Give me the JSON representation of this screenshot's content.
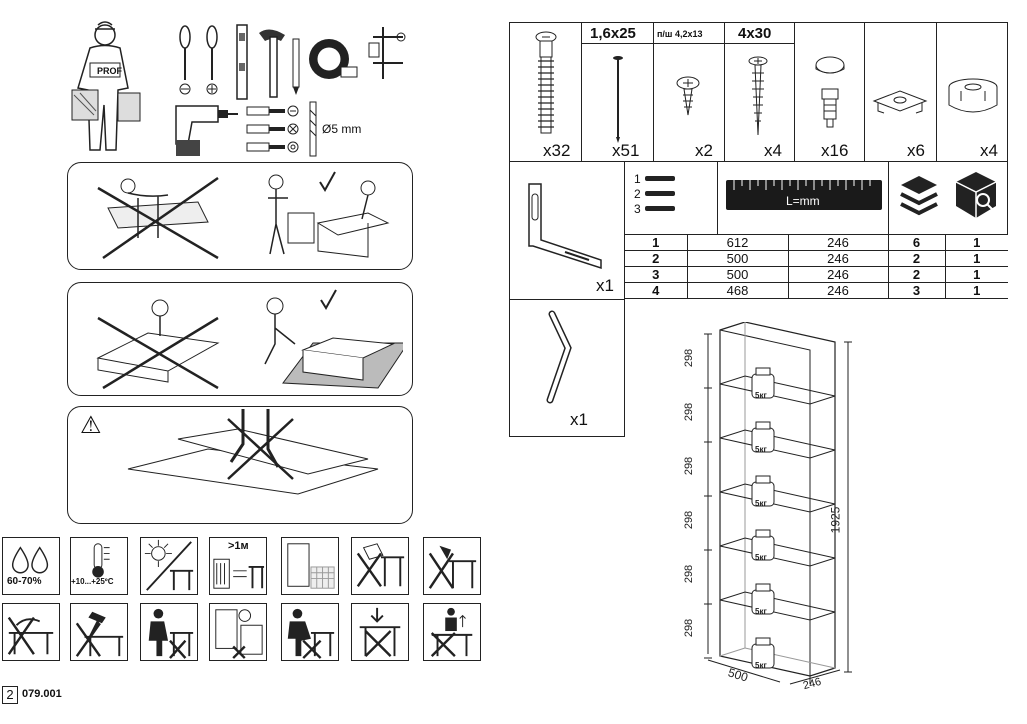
{
  "tools": {
    "drill_size": "Ø5 mm",
    "worker_cap": "PROF"
  },
  "warning_symbol": "⚠",
  "conditions": {
    "humidity": "60-70%",
    "temperature": "+10...+25ºC",
    "distance": ">1м"
  },
  "hardware": {
    "headers": [
      "",
      "1,6x25",
      "п/ш 4,2x13",
      "4x30",
      "",
      "",
      ""
    ],
    "counts": [
      "x32",
      "x51",
      "x2",
      "x4",
      "x16",
      "x6",
      "x4"
    ]
  },
  "bracket_count": "x1",
  "hexkey_count": "x1",
  "steps_legend": [
    "1",
    "2",
    "3"
  ],
  "ruler_label": "L=mm",
  "sizes_table": [
    [
      "1",
      "612",
      "246",
      "6",
      "1"
    ],
    [
      "2",
      "500",
      "246",
      "2",
      "1"
    ],
    [
      "3",
      "500",
      "246",
      "2",
      "1"
    ],
    [
      "4",
      "468",
      "246",
      "3",
      "1"
    ]
  ],
  "dimensions": {
    "shelf_height": "298",
    "shelf_heights": [
      "298",
      "298",
      "298",
      "298",
      "298",
      "298"
    ],
    "total_height": "1925",
    "width": "500",
    "depth": "246"
  },
  "weight_label": "5кг",
  "footer": {
    "page_number": "2",
    "code": "079.001"
  }
}
